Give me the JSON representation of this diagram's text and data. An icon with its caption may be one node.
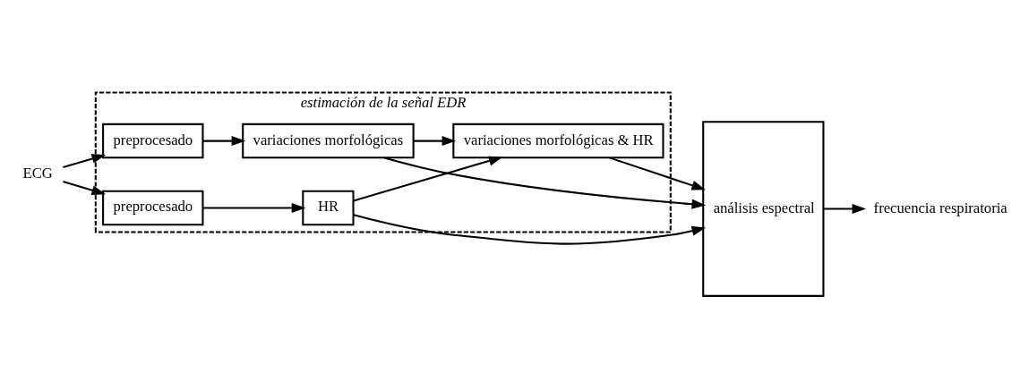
{
  "diagram": {
    "nodes": [
      {
        "text": [
          "estimación de la señal EDR"
        ]
      },
      {
        "text": [
          "ECG"
        ]
      },
      {
        "text": [
          "preprocesado"
        ],
        "in": 0
      },
      {
        "text": [
          "variaciones morfológicas"
        ],
        "in": 0
      },
      {
        "text": [
          "preprocesado"
        ],
        "in": 0
      },
      {
        "text": [
          "HR"
        ],
        "in": 0
      },
      {
        "text": [
          "variaciones morfológicas & HR"
        ],
        "in": 0
      },
      {
        "text": [
          "análisis espectral"
        ]
      },
      {
        "text": [
          "frecuencia respiratoria"
        ]
      }
    ],
    "edges": [
      {
        "from": 1,
        "to": 2,
        "arrow": "to"
      },
      {
        "from": 1,
        "to": 4,
        "arrow": "to"
      },
      {
        "from": 2,
        "to": 3,
        "arrow": "to"
      },
      {
        "from": 4,
        "to": 5,
        "arrow": "to"
      },
      {
        "from": 3,
        "to": 7,
        "arrow": "to"
      },
      {
        "from": 3,
        "to": 6,
        "arrow": "to"
      },
      {
        "from": 5,
        "to": 6,
        "arrow": "to"
      },
      {
        "from": 5,
        "to": 7,
        "arrow": "to"
      },
      {
        "from": 6,
        "to": 7,
        "arrow": "to"
      },
      {
        "from": 7,
        "to": 8,
        "arrow": "to"
      }
    ]
  }
}
